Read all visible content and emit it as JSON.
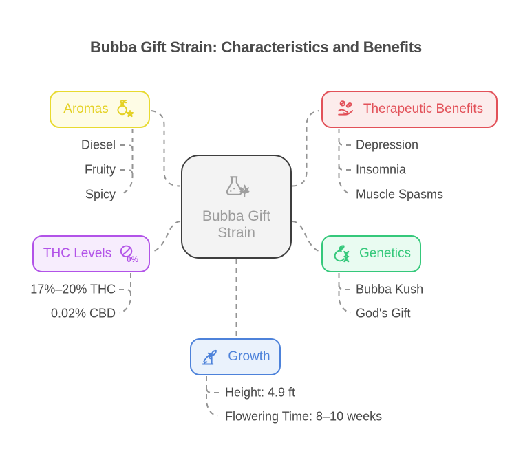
{
  "title": "Bubba Gift Strain: Characteristics and Benefits",
  "title_color": "#4A4A4A",
  "connector_color": "#949494",
  "item_text_color": "#484848",
  "center": {
    "label_line1": "Bubba Gift",
    "label_line2": "Strain",
    "icon": "flask-cannabis-leaf-icon",
    "border_color": "#3E3E3E",
    "background": "#F3F3F3",
    "text_color": "#9C9C9C"
  },
  "branches": [
    {
      "label": "Aromas",
      "icon": "perfume-flower-icon",
      "color": "#E4D125",
      "background": "#FEFCE5",
      "items": [
        "Diesel",
        "Fruity",
        "Spicy"
      ]
    },
    {
      "label": "Therapeutic Benefits",
      "icon": "hand-pills-icon",
      "color": "#E25159",
      "background": "#FCECEC",
      "items": [
        "Depression",
        "Insomnia",
        "Muscle Spasms"
      ]
    },
    {
      "label": "THC Levels",
      "icon": "leaf-percent-icon",
      "color": "#B253E8",
      "background": "#F7EDFD",
      "items": [
        "17%–20% THC",
        "0.02% CBD"
      ]
    },
    {
      "label": "Genetics",
      "icon": "fruit-dna-icon",
      "color": "#35C87B",
      "background": "#E9FBF1",
      "items": [
        "Bubba Kush",
        "God's Gift"
      ]
    },
    {
      "label": "Growth",
      "icon": "sprout-arrow-icon",
      "color": "#4D82DA",
      "background": "#EAF2FC",
      "items": [
        "Height: 4.9 ft",
        "Flowering Time: 8–10 weeks"
      ]
    }
  ]
}
